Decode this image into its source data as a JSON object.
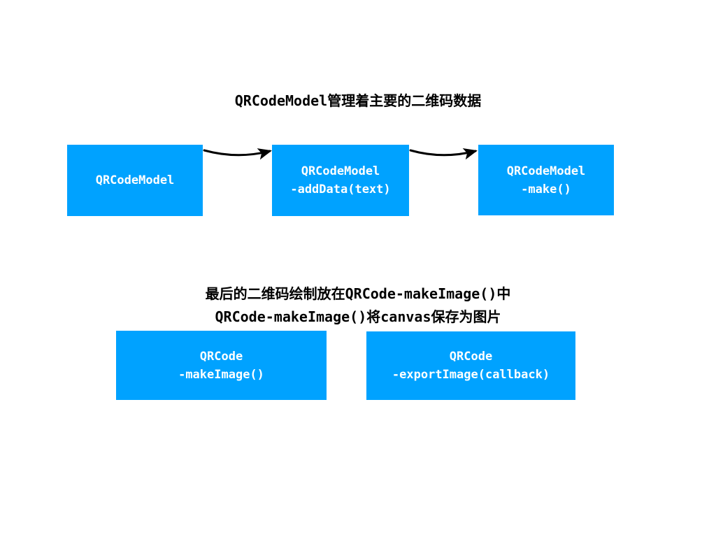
{
  "page": {
    "background_color": "#ffffff",
    "text_color": "#000000"
  },
  "section_title": "QRCodeModel管理着主要的二维码数据",
  "caption": {
    "line1": "最后的二维码绘制放在QRCode-makeImage()中",
    "line2": "QRCode-makeImage()将canvas保存为图片"
  },
  "style": {
    "node_fill": "#00a2ff",
    "node_text_color": "#ffffff",
    "arrow_color": "#000000"
  },
  "flow_row": {
    "nodes": [
      {
        "id": "qrcodemodel",
        "line1": "QRCodeModel",
        "line2": ""
      },
      {
        "id": "qrcodemodel-adddata",
        "line1": "QRCodeModel",
        "line2": "-addData(text)"
      },
      {
        "id": "qrcodemodel-make",
        "line1": "QRCodeModel",
        "line2": "-make()"
      }
    ],
    "arrows": [
      {
        "id": "arrow-model-to-adddata",
        "label": ""
      },
      {
        "id": "arrow-adddata-to-make",
        "label": ""
      }
    ]
  },
  "image_row": {
    "nodes": [
      {
        "id": "qrcode-makeimage",
        "line1": "QRCode",
        "line2": "-makeImage()"
      },
      {
        "id": "qrcode-exportimage",
        "line1": "QRCode",
        "line2": "-exportImage(callback)"
      }
    ]
  }
}
